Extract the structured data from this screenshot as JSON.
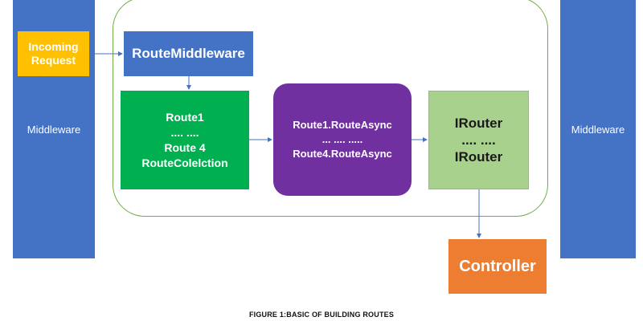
{
  "left_column": {
    "label": "Middleware"
  },
  "right_column": {
    "label": "Middleware"
  },
  "incoming_request": {
    "line1": "Incoming",
    "line2": "Request"
  },
  "route_middleware": {
    "label": "RouteMiddleware"
  },
  "route_collection": {
    "line1": "Route1",
    "line2": ".... ....",
    "line3": "Route 4",
    "line4": "RouteColelction"
  },
  "route_async": {
    "line1": "Route1.RouteAsync",
    "line2": "... .... .....",
    "line3": "Route4.RouteAsync"
  },
  "irouter": {
    "line1": "IRouter",
    "line2": ".... ....",
    "line3": "IRouter"
  },
  "controller": {
    "label": "Controller"
  },
  "caption": "FIGURE 1:BASIC OF BUILDING ROUTES",
  "colors": {
    "middleware": "#4472c4",
    "incoming": "#ffc000",
    "route_collection": "#00b050",
    "route_async": "#7030a0",
    "irouter": "#a9d18e",
    "controller": "#ed7d31",
    "container_border": "#70ad47",
    "arrow": "#4472c4"
  }
}
